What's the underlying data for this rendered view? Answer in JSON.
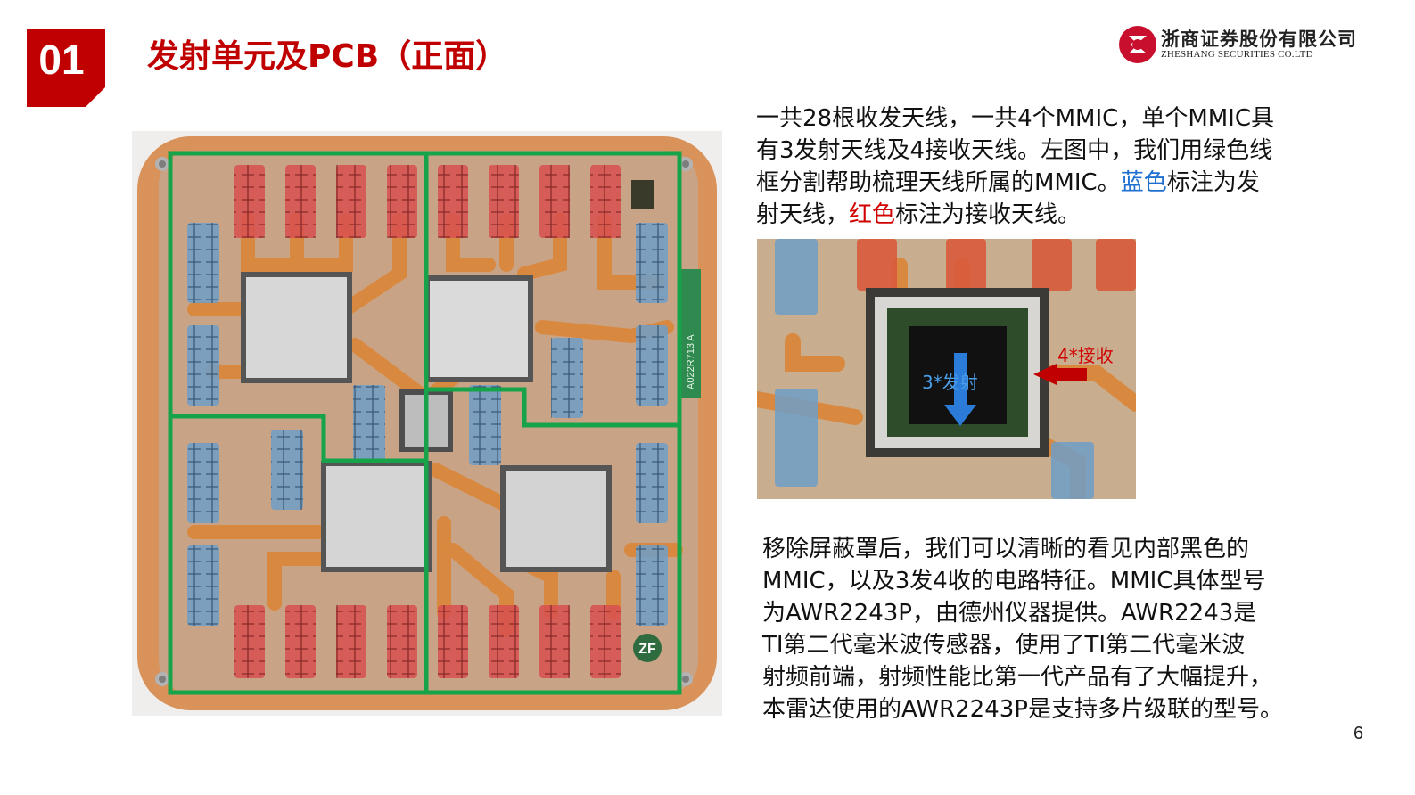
{
  "header": {
    "section_number": "01",
    "title": "发射单元及PCB（正面）"
  },
  "logo": {
    "name_cn": "浙商证券股份有限公司",
    "name_en": "ZHESHANG SECURITIES CO.LTD"
  },
  "main_photo": {
    "board_marking": "A022R713 A",
    "maker_mark": "ZF"
  },
  "inset_photo": {
    "label_tx": "3*发射",
    "label_rx": "4*接收"
  },
  "paragraph1": {
    "line1": "一共28根收发天线，一共4个MMIC，单个MMIC具",
    "line2": "有3发射天线及4接收天线。左图中，我们用绿色线",
    "line3_pre": "框分割帮助梳理天线所属的MMIC。",
    "line3_blue": "蓝色",
    "line3_post": "标注为发",
    "line4_pre": "射天线，",
    "line4_red": "红色",
    "line4_post": "标注为接收天线。"
  },
  "paragraph2": {
    "line1": "移除屏蔽罩后，我们可以清晰的看见内部黑色的",
    "line2": "MMIC，以及3发4收的电路特征。MMIC具体型号",
    "line3": "为AWR2243P，由德州仪器提供。AWR2243是",
    "line4": "TI第二代毫米波传感器，使用了TI第二代毫米波",
    "line5": "射频前端，射频性能比第一代产品有了大幅提升，",
    "line6": "本雷达使用的AWR2243P是支持多片级联的型号。"
  },
  "footer": {
    "page_number": "6"
  },
  "colors": {
    "brand_red": "#c00000",
    "tx_blue": "#1f6fd1",
    "rx_red": "#d00000",
    "divider_green": "#16a34a"
  }
}
